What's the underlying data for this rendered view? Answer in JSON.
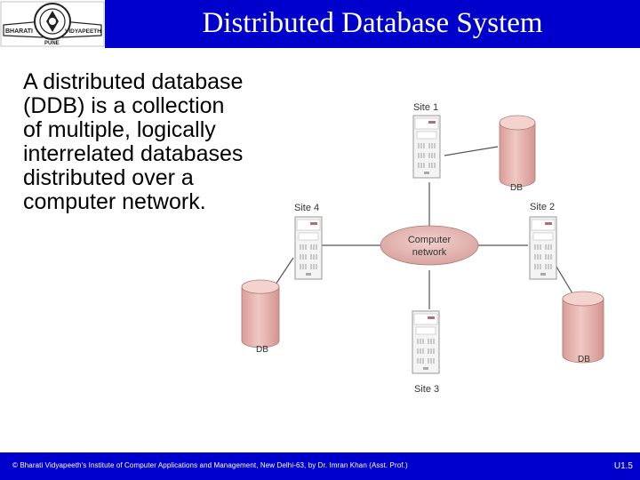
{
  "slide": {
    "title": "Distributed Database System",
    "body": "A distributed database (DDB) is a collection of multiple, logically interrelated databases distributed over a computer network."
  },
  "logo": {
    "left_text": "BHARATI",
    "right_text": "VIDYAPEETH",
    "bottom_text": "PUNE"
  },
  "diagram": {
    "network_label_line1": "Computer",
    "network_label_line2": "network",
    "sites": [
      "Site 1",
      "Site 2",
      "Site 3",
      "Site 4"
    ],
    "db_label": "DB"
  },
  "footer": {
    "credit": "© Bharati Vidyapeeth's Institute of Computer Applications and Management, New Delhi-63, by Dr. Imran Khan (Asst. Prof.)",
    "page_number": "U1.5"
  },
  "colors": {
    "header_blue": "#0000cc",
    "db_fill": "#e8b8b4",
    "network_fill": "#e0b4b0"
  }
}
